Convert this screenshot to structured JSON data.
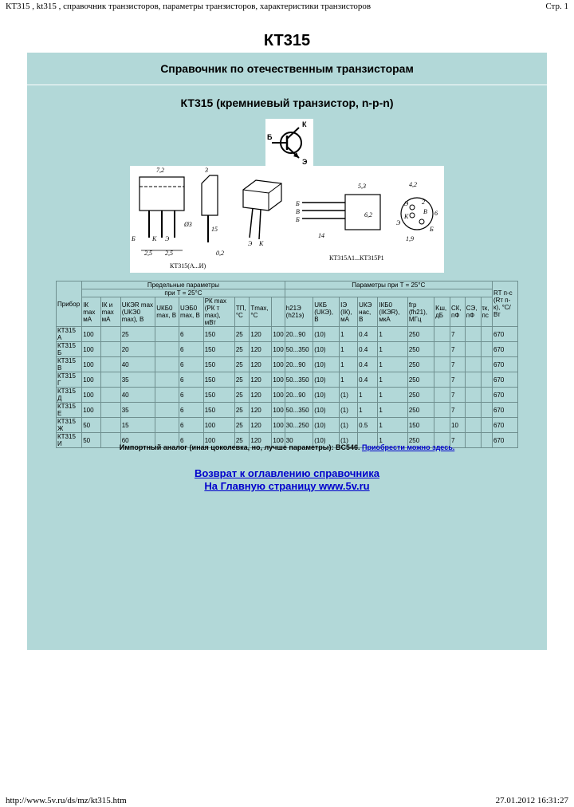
{
  "print_header": {
    "left": "КТ315 , kt315 , справочник транзисторов, параметры транзисторов, характеристики транзисторов",
    "right": "Стр. 1"
  },
  "print_footer": {
    "left": "http://www.5v.ru/ds/mz/kt315.htm",
    "right": "27.01.2012 16:31:27"
  },
  "page_title": "КТ315",
  "panel": {
    "heading": "Справочник по отечественным транзисторам",
    "subtitle": "КТ315 (кремниевый транзистор, n-p-n)"
  },
  "symbol": {
    "base": "Б",
    "collector": "К",
    "emitter": "Э"
  },
  "drawing": {
    "caption_left": "КТ315(А...И)",
    "caption_right": "КТ315А1...КТ315Р1",
    "dims": [
      "7,2",
      "3",
      "5,3",
      "4,2",
      "6",
      "Ø3",
      "2,5",
      "2,5",
      "15",
      "0,2",
      "14",
      "6,2",
      "1,9",
      "2"
    ],
    "pins": [
      "Б",
      "К",
      "Э",
      "Э",
      "К",
      "Б",
      "В",
      "Б",
      "Э",
      "К",
      "Б",
      "Э",
      "В"
    ]
  },
  "table": {
    "col_device": "Прибор",
    "group_limits": "Предельные параметры",
    "group_limits_sub": "при T = 25°C",
    "group_params": "Параметры при T = 25°C",
    "col_rt": "RT п-с (Rт п-к), °С/Вт",
    "limit_cols": [
      "IК max мА",
      "IК и max мА",
      "UКЭR max (UКЭ0 max), В",
      "UКБ0 max, В",
      "UЭБ0 max, В",
      "PК max (PК т max), мВт",
      "TП, °С",
      "Tmax, °С"
    ],
    "param_cols": [
      "h21Э (h21э)",
      "UКБ (UКЭ), В",
      "IЭ (IК), мА",
      "UКЭ нас, В",
      "IКБ0 (IКЭR), мкА",
      "fгр (fh21), МГц",
      "Kш, дБ",
      "CК, пФ",
      "CЭ, пФ",
      "τк, пс"
    ],
    "rows": [
      [
        "КТ315 А",
        "100",
        "",
        "25",
        "",
        "6",
        "150",
        "25",
        "120",
        "100",
        "20...90",
        "(10)",
        "1",
        "0.4",
        "1",
        "250",
        "",
        "7",
        "",
        "",
        "670"
      ],
      [
        "КТ315 Б",
        "100",
        "",
        "20",
        "",
        "6",
        "150",
        "25",
        "120",
        "100",
        "50...350",
        "(10)",
        "1",
        "0.4",
        "1",
        "250",
        "",
        "7",
        "",
        "",
        "670"
      ],
      [
        "КТ315 В",
        "100",
        "",
        "40",
        "",
        "6",
        "150",
        "25",
        "120",
        "100",
        "20...90",
        "(10)",
        "1",
        "0.4",
        "1",
        "250",
        "",
        "7",
        "",
        "",
        "670"
      ],
      [
        "КТ315 Г",
        "100",
        "",
        "35",
        "",
        "6",
        "150",
        "25",
        "120",
        "100",
        "50...350",
        "(10)",
        "1",
        "0.4",
        "1",
        "250",
        "",
        "7",
        "",
        "",
        "670"
      ],
      [
        "КТ315 Д",
        "100",
        "",
        "40",
        "",
        "6",
        "150",
        "25",
        "120",
        "100",
        "20...90",
        "(10)",
        "(1)",
        "1",
        "1",
        "250",
        "",
        "7",
        "",
        "",
        "670"
      ],
      [
        "КТ315 Е",
        "100",
        "",
        "35",
        "",
        "6",
        "150",
        "25",
        "120",
        "100",
        "50...350",
        "(10)",
        "(1)",
        "1",
        "1",
        "250",
        "",
        "7",
        "",
        "",
        "670"
      ],
      [
        "КТ315 Ж",
        "50",
        "",
        "15",
        "",
        "6",
        "100",
        "25",
        "120",
        "100",
        "30...250",
        "(10)",
        "(1)",
        "0.5",
        "1",
        "150",
        "",
        "10",
        "",
        "",
        "670"
      ],
      [
        "КТ315 И",
        "50",
        "",
        "60",
        "",
        "6",
        "100",
        "25",
        "120",
        "100",
        "30",
        "(10)",
        "(1)",
        "",
        "1",
        "250",
        "",
        "7",
        "",
        "",
        "670"
      ]
    ]
  },
  "analog_text": "Импортный аналог (иная цоколевка, но, лучше параметры): BC546.",
  "analog_link": "Приобрести можно здесь.",
  "link_toc": "Возврат к оглавлению справочника",
  "link_home": "На Главную страницу www.5v.ru"
}
